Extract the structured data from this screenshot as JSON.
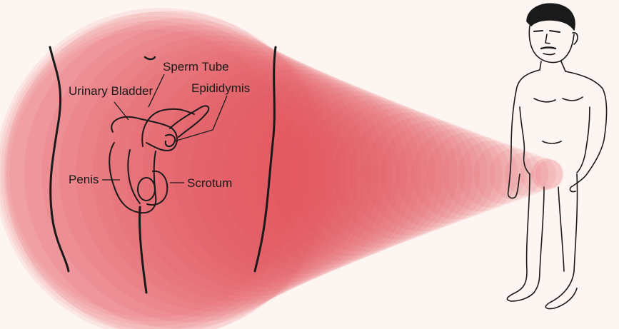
{
  "labels": {
    "urinary_bladder": "Urinary Bladder",
    "sperm_tube": "Sperm Tube",
    "epididymis": "Epididymis",
    "penis": "Penis",
    "scrotum": "Scrotum"
  },
  "colors": {
    "background": "#fdf5f1",
    "magnify_outer": "#f6cdcd",
    "magnify_inner": "#e4505c",
    "ink": "#1a1a1a"
  }
}
